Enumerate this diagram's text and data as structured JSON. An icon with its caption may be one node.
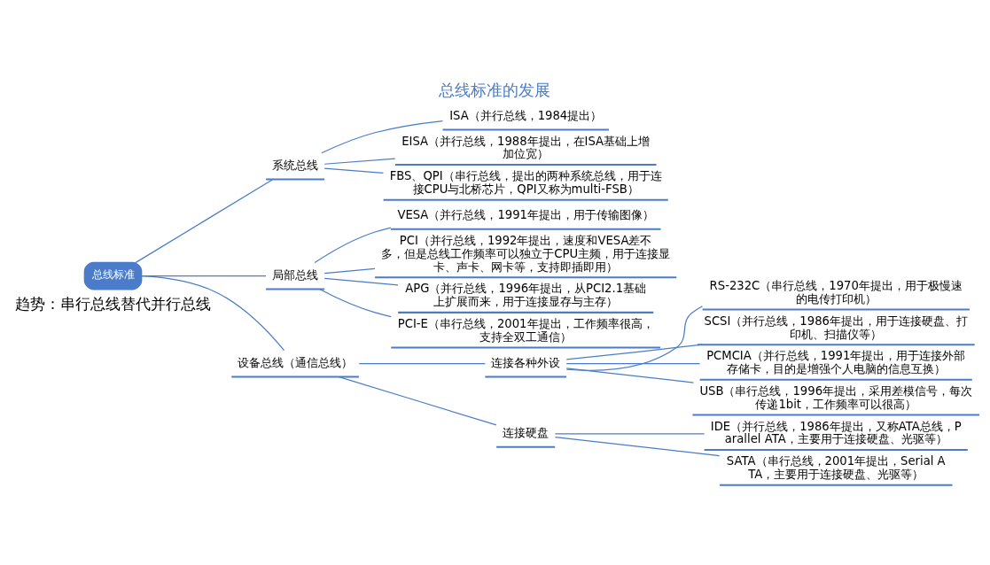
{
  "diagram": {
    "title": "总线标准的发展",
    "nodes": [
      {
        "text": [
          "总线标准"
        ]
      },
      {
        "text": [
          "系统总线"
        ]
      },
      {
        "text": [
          "ISA（并行总线，1984提出）"
        ]
      },
      {
        "text": [
          "EISA（并行总线，1988年提出，在ISA基础上增加位宽）"
        ]
      },
      {
        "text": [
          "FBS、QPI（串行总线，提出的两种系统总线，用于连接CPU与北桥芯片，QPI又称为multi-FSB）"
        ]
      },
      {
        "text": [
          "局部总线"
        ]
      },
      {
        "text": [
          "VESA（并行总线，1991年提出，用于传输图像）"
        ]
      },
      {
        "text": [
          "PCI（并行总线，1992年提出，速度和VESA差不多，但是总线工作频率可以独立于CPU主频，用于连接显卡、声卡、网卡等，支持即插即用）"
        ]
      },
      {
        "text": [
          "APG（并行总线，1996年提出，从PCI2.1基础上扩展而来，用于连接显存与主存）"
        ]
      },
      {
        "text": [
          "PCI-E（串行总线，2001年提出，工作频率很高，支持全双工通信）"
        ]
      },
      {
        "text": [
          "设备总线（通信总线）"
        ]
      },
      {
        "text": [
          "连接各种外设"
        ]
      },
      {
        "text": [
          "RS-232C（串行总线，1970年提出，用于极慢速的电传打印机）"
        ]
      },
      {
        "text": [
          "SCSI（并行总线，1986年提出，用于连接硬盘、打印机、扫描仪等）"
        ]
      },
      {
        "text": [
          "PCMCIA（并行总线，1991年提出，用于连接外部存储卡，目的是增强个人电脑的信息互换）"
        ]
      },
      {
        "text": [
          "USB（串行总线，1996年提出，采用差模信号，每次传递1bit，工作频率可以很高）"
        ]
      },
      {
        "text": [
          "连接硬盘"
        ]
      },
      {
        "text": [
          "IDE（并行总线，1986年提出，又称ATA总线，Parallel ATA，主要用于连接硬盘、光驱等）"
        ]
      },
      {
        "text": [
          "SATA（串行总线，2001年提出，Serial ATA，主要用于连接硬盘、光驱等）"
        ]
      }
    ],
    "edges": [
      {
        "from": 0,
        "to": 1,
        "arrow": "none"
      },
      {
        "from": 1,
        "to": 2,
        "arrow": "none"
      },
      {
        "from": 1,
        "to": 3,
        "arrow": "none"
      },
      {
        "from": 1,
        "to": 4,
        "arrow": "none"
      },
      {
        "from": 0,
        "to": 5,
        "arrow": "none"
      },
      {
        "from": 5,
        "to": 6,
        "arrow": "none"
      },
      {
        "from": 5,
        "to": 7,
        "arrow": "none"
      },
      {
        "from": 5,
        "to": 8,
        "arrow": "none"
      },
      {
        "from": 5,
        "to": 9,
        "arrow": "none"
      },
      {
        "from": 0,
        "to": 10,
        "arrow": "none"
      },
      {
        "from": 10,
        "to": 11,
        "arrow": "none"
      },
      {
        "from": 11,
        "to": 12,
        "arrow": "none"
      },
      {
        "from": 11,
        "to": 13,
        "arrow": "none"
      },
      {
        "from": 11,
        "to": 14,
        "arrow": "none"
      },
      {
        "from": 11,
        "to": 15,
        "arrow": "none"
      },
      {
        "from": 10,
        "to": 16,
        "arrow": "none"
      },
      {
        "from": 16,
        "to": 17,
        "arrow": "none"
      },
      {
        "from": 16,
        "to": 18,
        "arrow": "none"
      }
    ],
    "labels": [
      "趋势：串行总线替代并行总线"
    ]
  }
}
